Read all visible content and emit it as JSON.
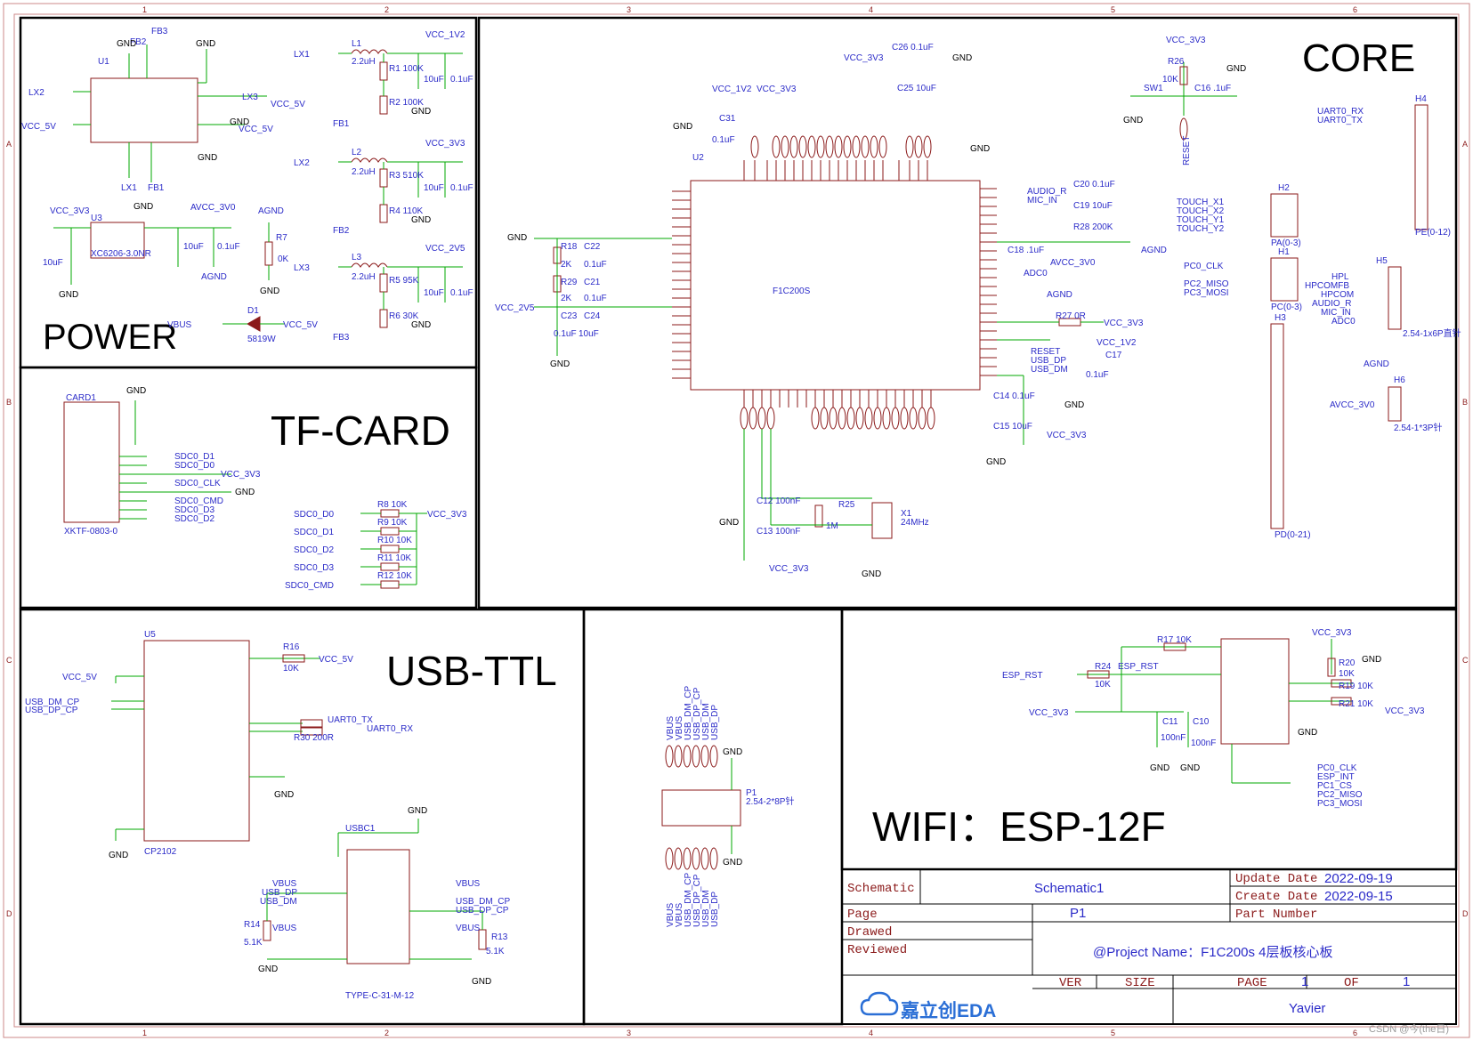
{
  "sections": {
    "power": "POWER",
    "core": "CORE",
    "tf_card": "TF-CARD",
    "usb_ttl": "USB-TTL",
    "wifi": "WIFI：ESP-12F"
  },
  "chip": {
    "name": "F1C200S",
    "ref": "U2"
  },
  "title_block": {
    "schematic_label": "Schematic",
    "schematic_value": "Schematic1",
    "page_label": "Page",
    "page_value": "P1",
    "drawed_label": "Drawed",
    "reviewed_label": "Reviewed",
    "update_label": "Update Date",
    "update_value": "2022-09-19",
    "create_label": "Create Date",
    "create_value": "2022-09-15",
    "part_label": "Part Number",
    "project": "@Project Name：F1C200s 4层板核心板",
    "ver_label": "VER",
    "size_label": "SIZE",
    "pg_label": "PAGE",
    "pg_value": "1",
    "of_label": "OF",
    "of_value": "1",
    "author": "Yavier",
    "logo": "嘉立创EDA"
  },
  "watermark": "CSDN @今(the日)",
  "labels": {
    "gnd": "GND",
    "agnd": "AGND",
    "vcc3v3": "VCC_3V3",
    "vcc5v": "VCC_5V",
    "vcc1v2": "VCC_1V2",
    "vcc2v5": "VCC_2V5",
    "vbus": "VBUS",
    "avcc": "AVCC_3V0",
    "lx1": "LX1",
    "lx2": "LX2",
    "lx3": "LX3",
    "fb1": "FB1",
    "fb2": "FB2",
    "fb3": "FB3",
    "u1": "U1",
    "u3": "U3",
    "u3_part": "XC6206-3.0NR",
    "l1": "L1",
    "l2": "L2",
    "l3": "L3",
    "ind": "2.2uH",
    "r1": "R1 100K",
    "r2": "R2 100K",
    "r3": "R3 510K",
    "r4": "R4 110K",
    "r5": "R5 95K",
    "r6": "R6 30K",
    "c10uf": "10uF",
    "c01uf": "0.1uF",
    "d1": "D1",
    "d1_part": "5819W",
    "r7": "R7",
    "r7v": "0K",
    "card": "CARD1",
    "card_part": "XKTF-0803-0",
    "sdc0_d1": "SDC0_D1",
    "sdc0_d0": "SDC0_D0",
    "sdc0_clk": "SDC0_CLK",
    "sdc0_cmd": "SDC0_CMD",
    "sdc0_d3": "SDC0_D3",
    "sdc0_d2": "SDC0_D2",
    "r8": "R8 10K",
    "r9": "R9 10K",
    "r10": "R10 10K",
    "r11": "R11 10K",
    "r12": "R12 10K",
    "cp2102": "CP2102",
    "u5": "U5",
    "uart0_tx": "UART0_TX",
    "uart0_rx": "UART0_RX",
    "r16": "R16",
    "r16v": "10K",
    "r30": "R30 200R",
    "usb_dm_cp": "USB_DM_CP",
    "usb_dp_cp": "USB_DP_CP",
    "usbc": "USBC1",
    "usbc_part": "TYPE-C-31-M-12",
    "usb_dp": "USB_DP",
    "usb_dm": "USB_DM",
    "r13": "R13",
    "r14": "R14",
    "r5k1": "5.1K",
    "p1": "P1",
    "p1_part": "2.54-2*8P针",
    "esp_rst": "ESP_RST",
    "esp_int": "ESP_INT",
    "r17": "R17 10K",
    "r24": "R24",
    "r24v": "10K",
    "r20": "R20",
    "r20v": "10K",
    "r19": "R19 10K",
    "r21": "R21 10K",
    "c11": "C11",
    "c10": "C10",
    "c100nf": "100nF",
    "pc0_clk": "PC0_CLK",
    "pc1_cs": "PC1_CS",
    "pc2_miso": "PC2_MISO",
    "pc3_mosi": "PC3_MOSI",
    "h4": "H4",
    "h4_part": "PE(0-12)",
    "h2": "H2",
    "h2_part": "PA(0-3)",
    "h1": "H1",
    "h1_part": "PC(0-3)",
    "h3": "H3",
    "h3_part": "PD(0-21)",
    "h5": "H5",
    "h5_part": "2.54-1x6P直针",
    "h6": "H6",
    "h6_part": "2.54-1*3P针",
    "touch_x1": "TOUCH_X1",
    "touch_x2": "TOUCH_X2",
    "touch_y1": "TOUCH_Y1",
    "touch_y2": "TOUCH_Y2",
    "hpl": "HPL",
    "hpcomfb": "HPCOMFB",
    "hpcom": "HPCOM",
    "audio_r": "AUDIO_R",
    "mic_in": "MIC_IN",
    "adc0": "ADC0",
    "reset": "RESET",
    "sw1": "SW1",
    "r26": "R26",
    "r26v": "10K",
    "c16": "C16 .1uF",
    "c26": "C26 0.1uF",
    "x1": "X1",
    "x1v": "24MHz",
    "r25": "R25",
    "r25v": "1M",
    "c12": "C12 100nF",
    "c13": "C13 100nF",
    "r27": "R27 0R",
    "r28": "R28 200K",
    "c17": "C17",
    "c14": "C14 0.1uF",
    "c15": "C15 10uF",
    "c18": "C18 .1uF",
    "c19": "C19 10uF",
    "c20": "C20 0.1uF",
    "c25": "C25 10uF",
    "c31": "C31",
    "r18": "R18",
    "r29": "R29",
    "r2k": "2K",
    "c21": "C21",
    "c22": "C22",
    "c23": "C23",
    "c24": "C24"
  }
}
